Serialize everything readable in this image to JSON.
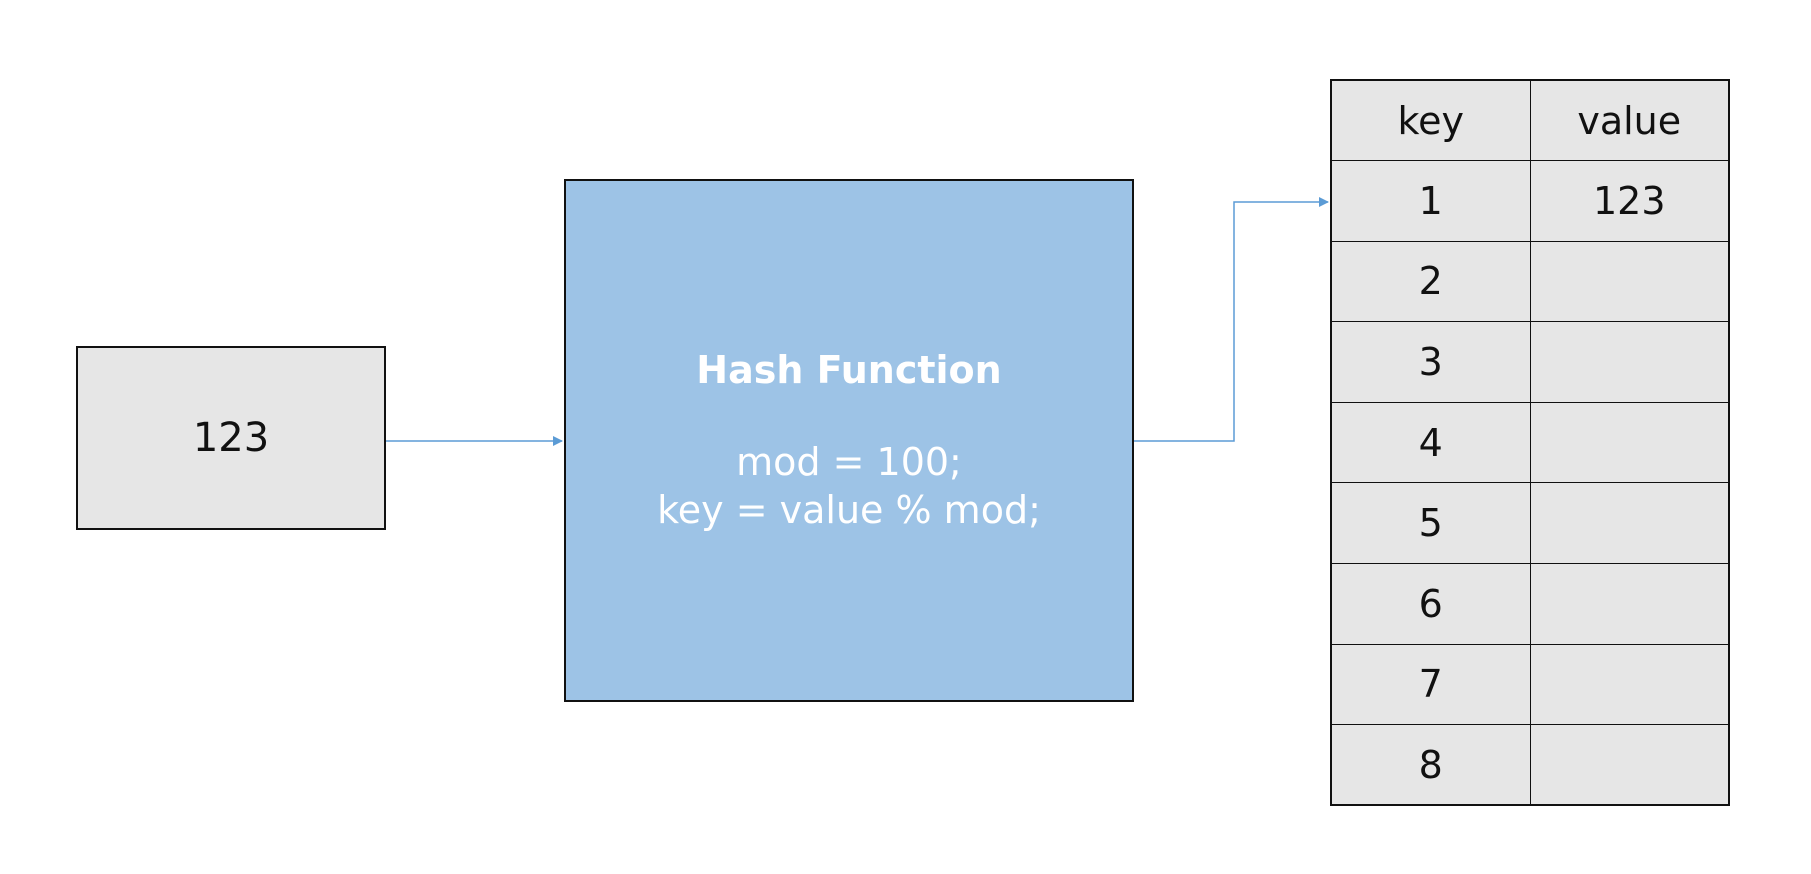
{
  "input": {
    "value": "123"
  },
  "hash_function": {
    "title": "Hash Function",
    "lines": [
      "mod = 100;",
      "key = value % mod;"
    ]
  },
  "table": {
    "headers": [
      "key",
      "value"
    ],
    "rows": [
      [
        "1",
        "123"
      ],
      [
        "2",
        ""
      ],
      [
        "3",
        ""
      ],
      [
        "4",
        ""
      ],
      [
        "5",
        ""
      ],
      [
        "6",
        ""
      ],
      [
        "7",
        ""
      ],
      [
        "8",
        ""
      ]
    ]
  },
  "colors": {
    "box_fill": "#e6e6e6",
    "hash_fill": "#9dc3e6",
    "arrow": "#5b9bd5",
    "border": "#111111"
  }
}
